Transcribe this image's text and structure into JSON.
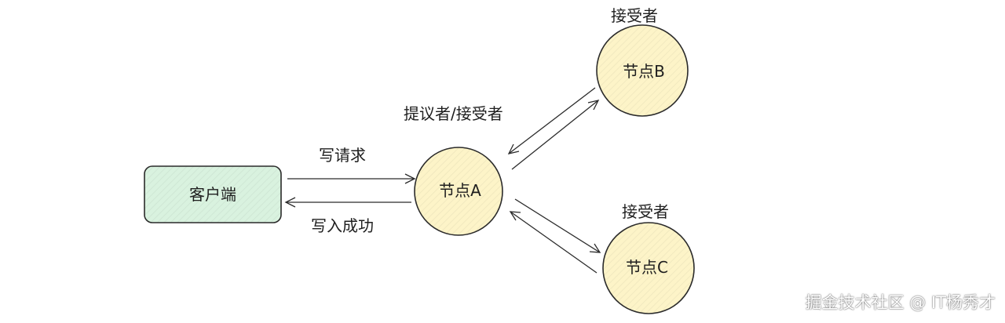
{
  "client": {
    "label": "客户端",
    "fill": "#d9f2df",
    "stroke": "#2b2b2b"
  },
  "nodes": {
    "a": {
      "label": "节点A",
      "role": "提议者/接受者"
    },
    "b": {
      "label": "节点B",
      "role": "接受者"
    },
    "c": {
      "label": "节点C",
      "role": "接受者"
    }
  },
  "node_fill": "#fdf4c8",
  "edges": {
    "write_request": "写请求",
    "write_success": "写入成功"
  },
  "watermark": "掘金技术社区 @ IT杨秀才"
}
